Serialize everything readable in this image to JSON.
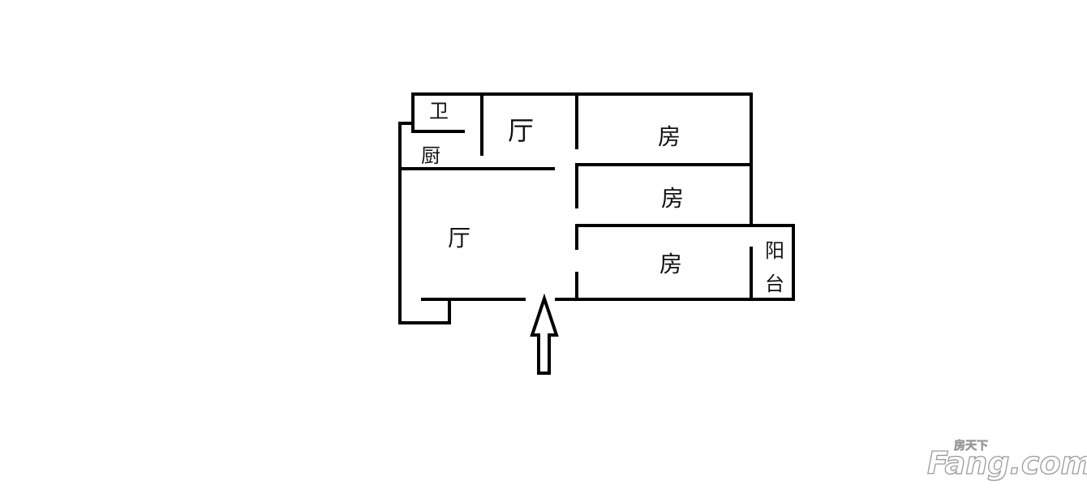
{
  "rooms": {
    "bathroom": "卫",
    "kitchen": "厨",
    "dining_hall": "厅",
    "living_hall": "厅",
    "bedroom_1": "房",
    "bedroom_2": "房",
    "bedroom_3": "房",
    "balcony_1": "阳",
    "balcony_2": "台"
  },
  "watermark": {
    "brand": "Fang.com",
    "brand_cn": "房天下"
  },
  "entrance": {
    "icon": "up-arrow-icon"
  }
}
